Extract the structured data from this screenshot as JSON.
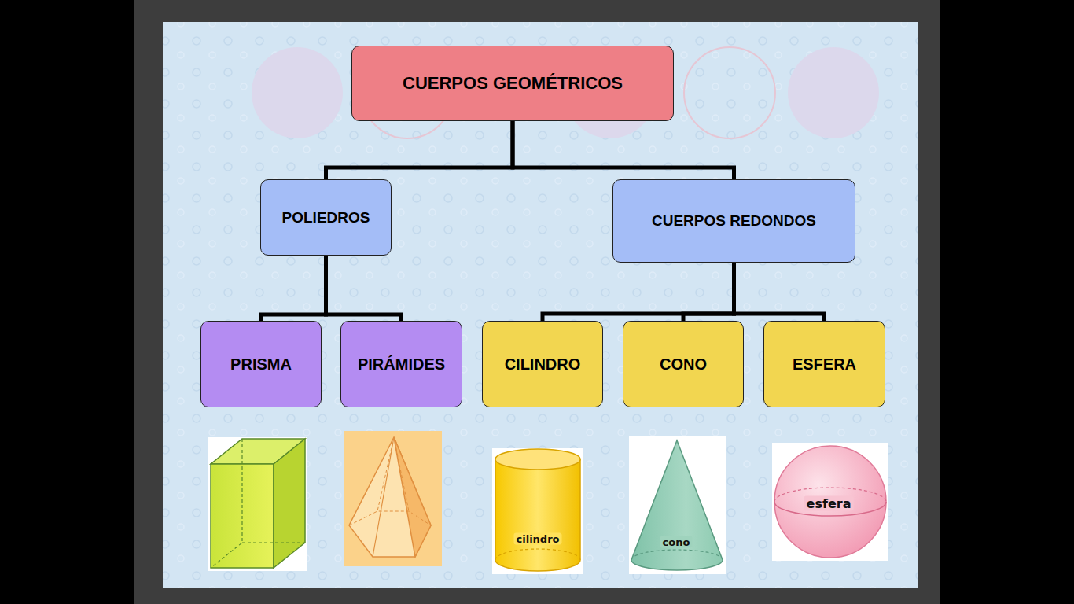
{
  "diagram": {
    "nodes": [
      {
        "text": [
          "CUERPOS GEOMÉTRICOS"
        ]
      },
      {
        "text": [
          "POLIEDROS"
        ]
      },
      {
        "text": [
          "CUERPOS REDONDOS"
        ]
      },
      {
        "text": [
          "PRISMA"
        ]
      },
      {
        "text": [
          "PIRÁMIDES"
        ]
      },
      {
        "text": [
          "CILINDRO"
        ]
      },
      {
        "text": [
          "CONO"
        ]
      },
      {
        "text": [
          "ESFERA"
        ]
      }
    ],
    "edges": [
      {
        "from": 0,
        "to": 1,
        "arrow": "none"
      },
      {
        "from": 0,
        "to": 2,
        "arrow": "none"
      },
      {
        "from": 1,
        "to": 3,
        "arrow": "none"
      },
      {
        "from": 1,
        "to": 4,
        "arrow": "none"
      },
      {
        "from": 2,
        "to": 5,
        "arrow": "none"
      },
      {
        "from": 2,
        "to": 6,
        "arrow": "none"
      },
      {
        "from": 2,
        "to": 7,
        "arrow": "none"
      }
    ],
    "labels": [
      "cilindro",
      "cono",
      "esfera"
    ]
  }
}
